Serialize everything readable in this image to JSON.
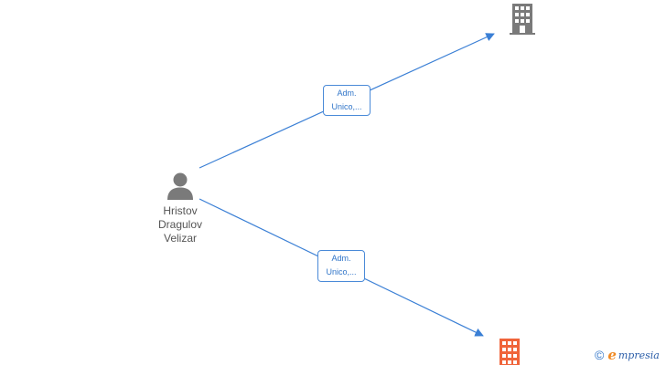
{
  "person": {
    "name_lines": [
      "Hristov",
      "Dragulov",
      "Velizar"
    ],
    "icon": "person-icon"
  },
  "relations": [
    {
      "label_lines": [
        "Adm.",
        "Unico,..."
      ],
      "target": "company-1"
    },
    {
      "label_lines": [
        "Adm.",
        "Unico,..."
      ],
      "target": "company-2"
    }
  ],
  "companies": [
    {
      "icon": "building-icon",
      "color": "#7a7a7a"
    },
    {
      "icon": "building-icon",
      "color": "#f0643a"
    }
  ],
  "colors": {
    "edge": "#3a7fd5",
    "person_icon": "#7a7a7a",
    "label_text": "#2f74c8"
  },
  "watermark": {
    "symbol": "©",
    "brand_initial": "e",
    "brand_rest": "mpresia"
  }
}
